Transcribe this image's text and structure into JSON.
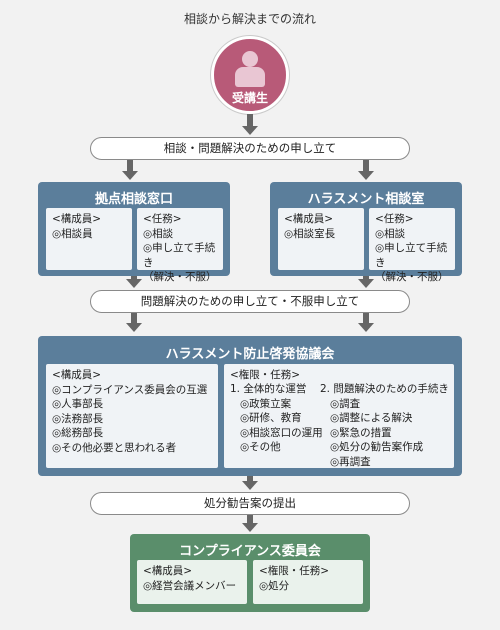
{
  "title": "相談から解決までの流れ",
  "student": {
    "label": "受講生"
  },
  "steps": {
    "consult": "相談・問題解決のための申し立て",
    "appeal": "問題解決のための申し立て・不服申し立て",
    "proposal": "処分勧告案の提出"
  },
  "center": {
    "title": "拠点相談窓口",
    "members_header": "<構成員>",
    "members": [
      "◎相談員"
    ],
    "duties_header": "<任務>",
    "duties": [
      "◎相談",
      "◎申し立て手続き",
      "（解決・不服）"
    ]
  },
  "harassment_room": {
    "title": "ハラスメント相談室",
    "members_header": "<構成員>",
    "members": [
      "◎相談室長"
    ],
    "duties_header": "<任務>",
    "duties": [
      "◎相談",
      "◎申し立て手続き",
      "（解決・不服）"
    ]
  },
  "council": {
    "title": "ハラスメント防止啓発協議会",
    "members_header": "<構成員>",
    "members": [
      "◎コンプライアンス委員会の互選",
      "◎人事部長",
      "◎法務部長",
      "◎総務部長",
      "◎その他必要と思われる者"
    ],
    "duties_header": "<権限・任務>",
    "col1_header": "1. 全体的な運営",
    "col1": [
      "◎政策立案",
      "◎研修、教育",
      "◎相談窓口の運用",
      "◎その他"
    ],
    "col2_header": "2. 問題解決のための手続き",
    "col2": [
      "◎調査",
      "◎調整による解決",
      "◎緊急の措置",
      "◎処分の勧告案作成",
      "◎再調査"
    ]
  },
  "compliance": {
    "title": "コンプライアンス委員会",
    "members_header": "<構成員>",
    "members": [
      "◎経営会議メンバー"
    ],
    "duties_header": "<権限・任務>",
    "duties": [
      "◎処分"
    ]
  }
}
